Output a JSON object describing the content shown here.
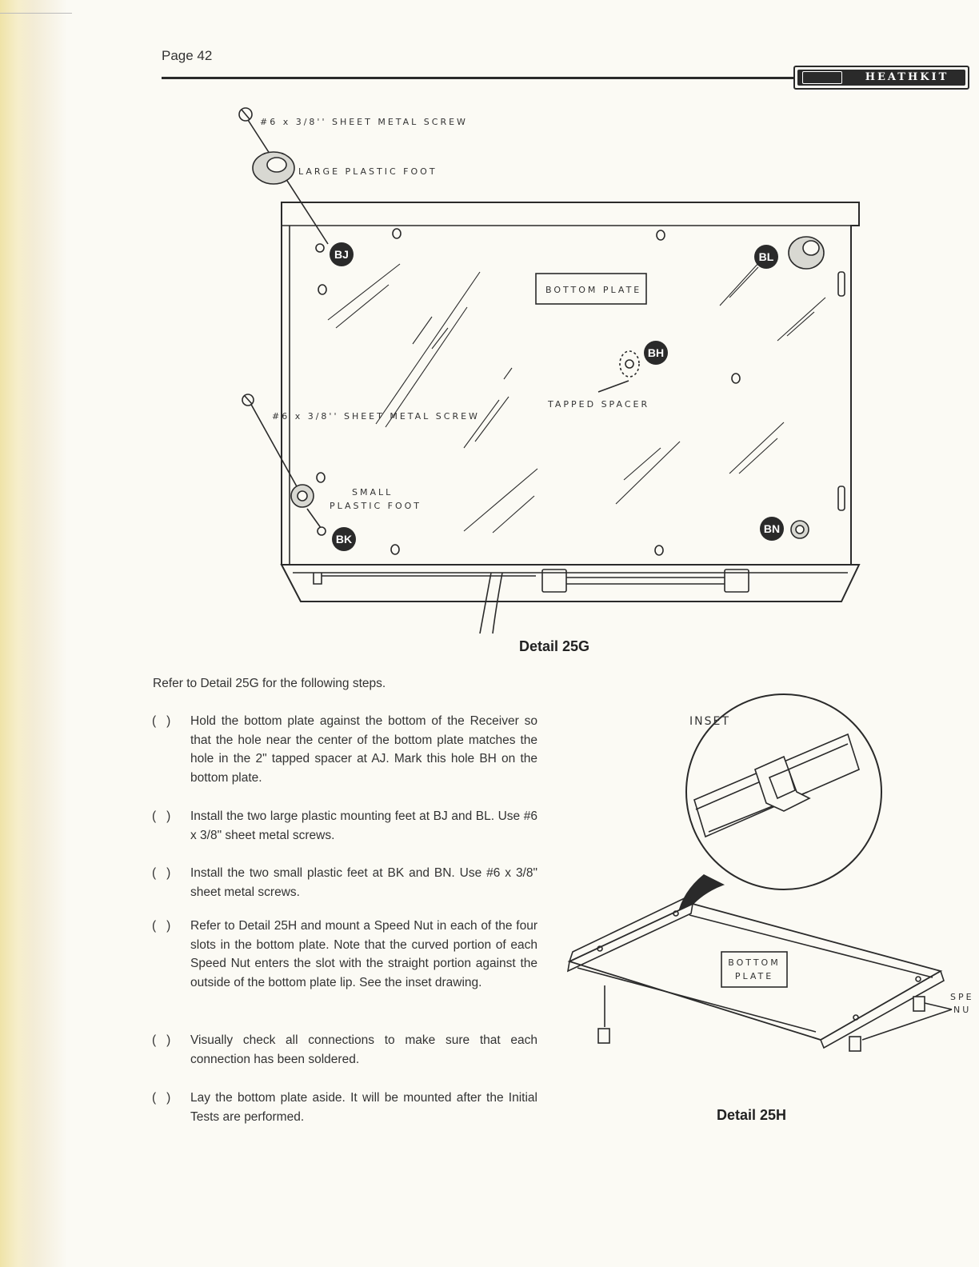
{
  "header": {
    "page_label": "Page 42",
    "logo_text": "HEATHKIT"
  },
  "detail_25g": {
    "caption": "Detail 25G",
    "labels": {
      "screw_top": "#6 x 3/8'' SHEET METAL SCREW",
      "large_foot": "LARGE PLASTIC FOOT",
      "bottom_plate": "BOTTOM PLATE",
      "tapped_spacer": "TAPPED SPACER",
      "screw_left": "#6 x 3/8'' SHEET METAL SCREW",
      "small_foot_line1": "SMALL",
      "small_foot_line2": "PLASTIC FOOT"
    },
    "points": {
      "bj": "BJ",
      "bl": "BL",
      "bh": "BH",
      "bk": "BK",
      "bn": "BN"
    }
  },
  "detail_25h": {
    "caption": "Detail 25H",
    "inset_label": "INSET",
    "plate_line1": "BOTTOM",
    "plate_line2": "PLATE",
    "speed_nut_line1": "SPE",
    "speed_nut_line2": "NU"
  },
  "instructions": {
    "intro": "Refer to Detail 25G for the following steps.",
    "checkbox": "(   )",
    "steps": [
      "Hold the bottom plate against the bottom of the Receiver so that the hole near the center of the bottom plate matches the hole in the 2\" tapped spacer at AJ. Mark this hole BH on the bottom plate.",
      "Install the two large plastic mounting feet at BJ and BL. Use #6 x 3/8\" sheet metal screws.",
      "Install the two small plastic feet at BK and BN. Use #6 x 3/8\" sheet metal screws.",
      "Refer to Detail 25H and mount a Speed Nut in each of the four slots in the bottom plate. Note that the curved portion of each Speed Nut enters the slot with the straight portion against the outside of the bottom plate lip. See the inset drawing.",
      "Visually check all connections to make sure that each connection has been soldered.",
      "Lay the bottom plate aside. It will be mounted after the Initial Tests are performed."
    ]
  }
}
